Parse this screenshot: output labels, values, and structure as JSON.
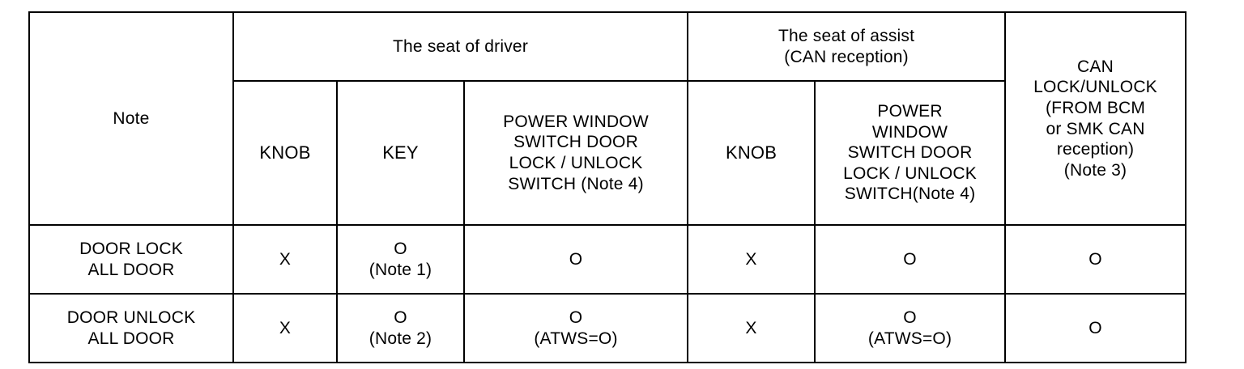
{
  "table": {
    "group_headers": {
      "note": "Note",
      "driver": "The seat of driver",
      "assist_line1": "The seat of assist",
      "assist_line2": "(CAN reception)",
      "can_lock": [
        "CAN",
        "LOCK/UNLOCK",
        "(FROM BCM",
        "or SMK CAN",
        "reception)",
        "(Note 3)"
      ]
    },
    "column_headers": {
      "driver_knob": "KNOB",
      "driver_key": "KEY",
      "driver_pw_switch": [
        "POWER WINDOW",
        "SWITCH DOOR",
        "LOCK / UNLOCK",
        "SWITCH (Note 4)"
      ],
      "assist_knob": "KNOB",
      "assist_pw_switch": [
        "POWER",
        "WINDOW",
        "SWITCH DOOR",
        "LOCK / UNLOCK",
        "SWITCH(Note 4)"
      ]
    },
    "rows": [
      {
        "label": [
          "DOOR LOCK",
          "ALL DOOR"
        ],
        "driver_knob": "X",
        "driver_key": "O",
        "driver_key_sub": "(Note 1)",
        "driver_pw_switch": "O",
        "driver_pw_switch_sub": "",
        "assist_knob": "X",
        "assist_pw_switch": "O",
        "assist_pw_switch_sub": "",
        "can_lock": "O"
      },
      {
        "label": [
          "DOOR UNLOCK",
          "ALL DOOR"
        ],
        "driver_knob": "X",
        "driver_key": "O",
        "driver_key_sub": "(Note 2)",
        "driver_pw_switch": "O",
        "driver_pw_switch_sub": "(ATWS=O)",
        "assist_knob": "X",
        "assist_pw_switch": "O",
        "assist_pw_switch_sub": "(ATWS=O)",
        "can_lock": "O"
      }
    ]
  },
  "colors": {
    "border": "#000000",
    "text": "#000000",
    "background": "#ffffff"
  }
}
